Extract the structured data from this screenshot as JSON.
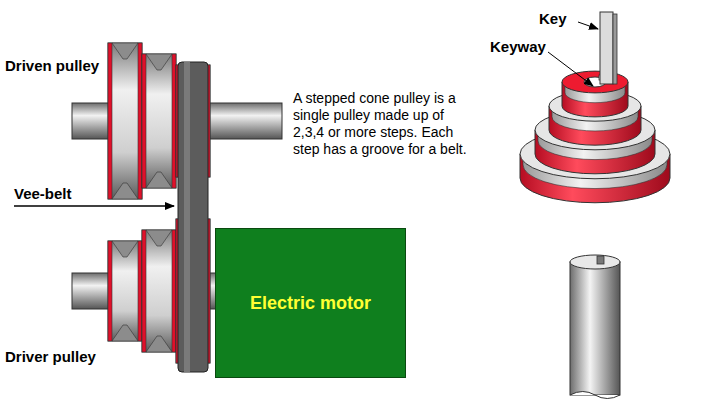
{
  "diagram": {
    "nodes": [
      {
        "text": [
          "Electric motor"
        ]
      }
    ],
    "labels": [
      "Driven pulley",
      "Vee-belt",
      "Driver pulley",
      "A stepped cone pulley is a single pulley made up of 2,3,4 or more steps. Each step has a groove for a belt.",
      "Key",
      "Keyway"
    ]
  }
}
